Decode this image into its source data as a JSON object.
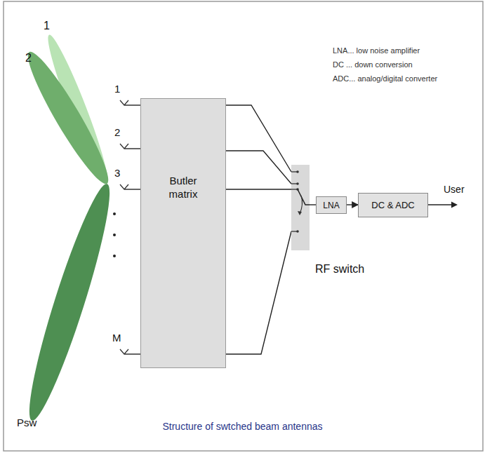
{
  "diagram": {
    "caption": "Structure of swtched beam antennas",
    "nodes": [
      {
        "text": [
          "Butler matrix"
        ]
      },
      {
        "text": [
          "RF switch"
        ]
      },
      {
        "text": [
          "LNA"
        ]
      },
      {
        "text": [
          "DC & ADC"
        ]
      }
    ],
    "edges": [
      {
        "from": 0,
        "to": 1,
        "arrow": "none"
      },
      {
        "from": 0,
        "to": 1,
        "arrow": "none"
      },
      {
        "from": 0,
        "to": 1,
        "arrow": "none"
      },
      {
        "from": 0,
        "to": 1,
        "arrow": "none"
      },
      {
        "from": 1,
        "to": 2,
        "arrow": "none"
      },
      {
        "from": 2,
        "to": 3,
        "arrow": "to"
      }
    ],
    "labels": [
      "1",
      "2",
      "Psw",
      "1",
      "2",
      "3",
      "M",
      "User",
      "LNA... low noise amplifier",
      "DC ... down conversion",
      "ADC... analog/digital converter"
    ]
  }
}
